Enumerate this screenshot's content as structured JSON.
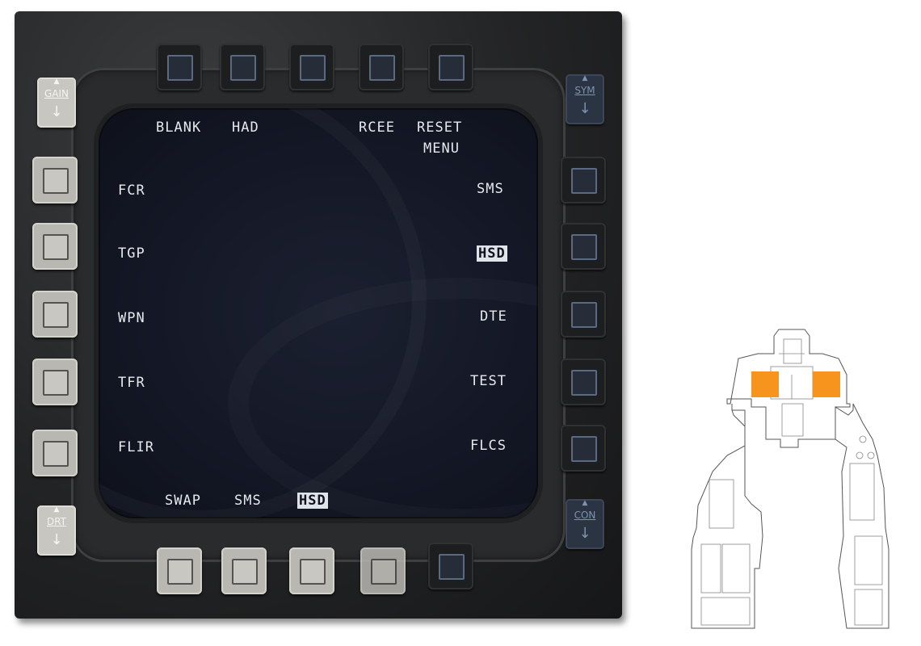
{
  "mfd": {
    "rockers": {
      "gain": {
        "label": "GAIN"
      },
      "sym": {
        "label": "SYM"
      },
      "drt": {
        "label": "DRT"
      },
      "con": {
        "label": "CON"
      }
    },
    "top_labels": [
      "BLANK",
      "HAD",
      "RCEE",
      "RESET",
      "MENU"
    ],
    "left_labels": [
      "FCR",
      "TGP",
      "WPN",
      "TFR",
      "FLIR"
    ],
    "right_labels": [
      "SMS",
      "HSD",
      "DTE",
      "TEST",
      "FLCS"
    ],
    "bottom_labels": [
      "SWAP",
      "SMS",
      "HSD"
    ],
    "highlighted": [
      "HSD"
    ]
  },
  "cockpit_diagram": {
    "highlight_color": "#f7941d",
    "description_icons": [
      "left-mfd-highlight",
      "right-mfd-highlight"
    ]
  }
}
